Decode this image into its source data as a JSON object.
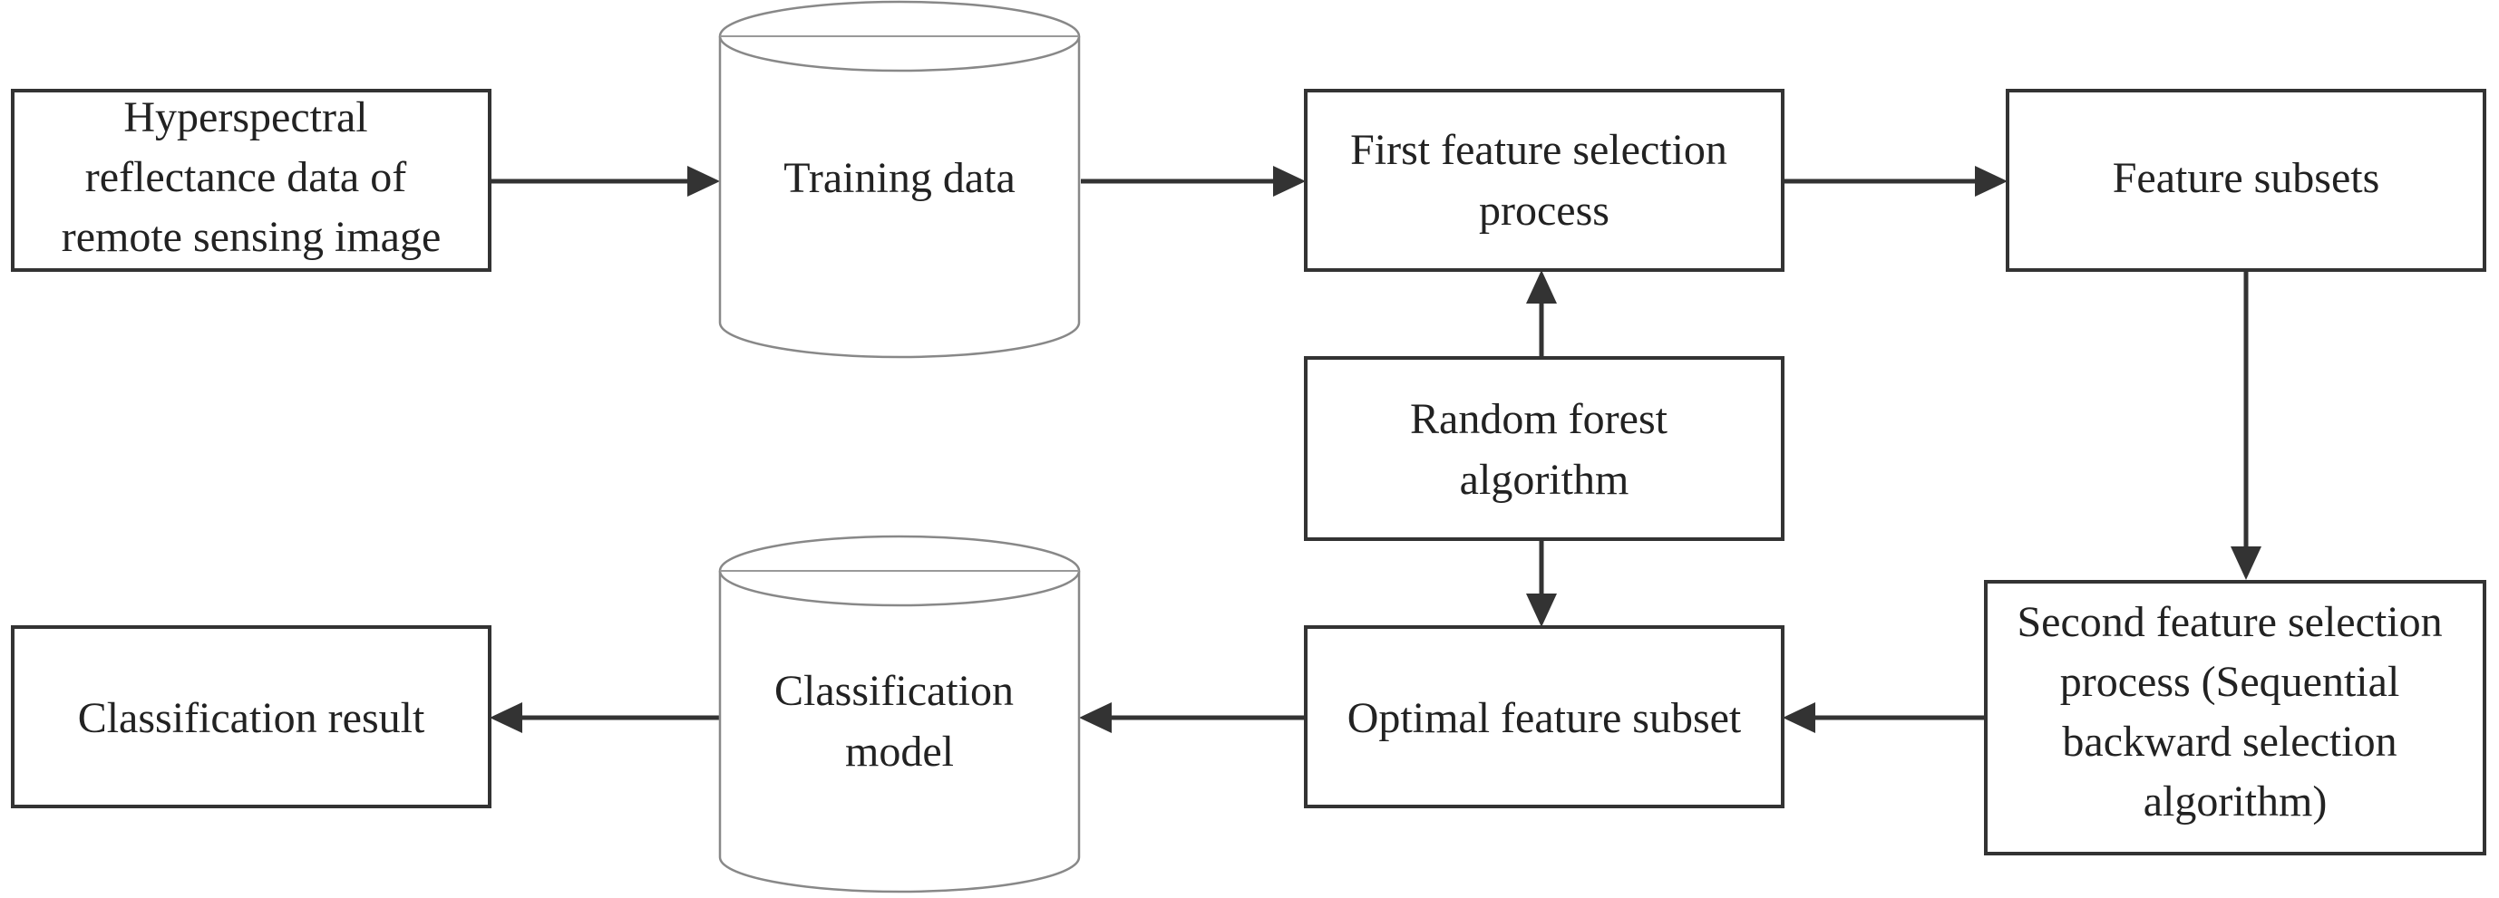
{
  "nodes": {
    "hyperspectral_data": {
      "lines": [
        "Hyperspectral",
        "reflectance data of",
        "remote sensing image"
      ]
    },
    "training_data": {
      "lines": [
        "Training data"
      ]
    },
    "first_feature_selection": {
      "lines": [
        "First feature selection",
        "process"
      ]
    },
    "feature_subsets": {
      "lines": [
        "Feature subsets"
      ]
    },
    "random_forest": {
      "lines": [
        "Random forest",
        "algorithm"
      ]
    },
    "second_feature_selection": {
      "lines": [
        "Second feature selection",
        "process (Sequential",
        "backward selection",
        "algorithm)"
      ]
    },
    "optimal_feature_subset": {
      "lines": [
        "Optimal feature subset"
      ]
    },
    "classification_model": {
      "lines": [
        "Classification",
        "model"
      ]
    },
    "classification_result": {
      "lines": [
        "Classification result"
      ]
    }
  },
  "edges": [
    {
      "from": "hyperspectral_data",
      "to": "training_data"
    },
    {
      "from": "training_data",
      "to": "first_feature_selection"
    },
    {
      "from": "first_feature_selection",
      "to": "feature_subsets"
    },
    {
      "from": "random_forest",
      "to": "first_feature_selection"
    },
    {
      "from": "random_forest",
      "to": "optimal_feature_subset"
    },
    {
      "from": "feature_subsets",
      "to": "second_feature_selection"
    },
    {
      "from": "second_feature_selection",
      "to": "optimal_feature_subset"
    },
    {
      "from": "optimal_feature_subset",
      "to": "classification_model"
    },
    {
      "from": "classification_model",
      "to": "classification_result"
    }
  ]
}
